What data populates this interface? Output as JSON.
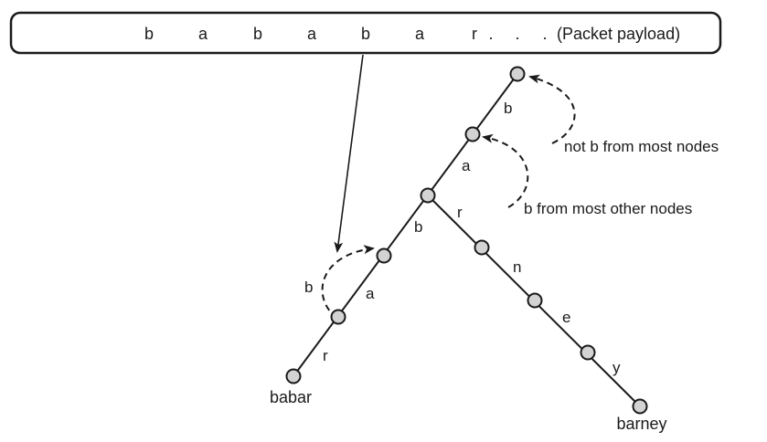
{
  "payload": {
    "chars": [
      "b",
      "a",
      "b",
      "a",
      "b",
      "a",
      "r",
      ".",
      ".",
      "."
    ],
    "caption": "(Packet payload)"
  },
  "trie": {
    "edge_labels": {
      "root_b": "b",
      "b_a": "a",
      "a_b": "b",
      "b_r": "r",
      "r_n": "n",
      "n_e": "e",
      "e_y": "y",
      "b_a2": "a",
      "a2_r": "r"
    },
    "words": {
      "left": "babar",
      "right": "barney"
    }
  },
  "annotations": {
    "top": "not b from most nodes",
    "middle": "b from most other nodes",
    "left": "b"
  },
  "colors": {
    "node_fill": "#d3d3d3",
    "stroke": "#1a1a1a"
  }
}
